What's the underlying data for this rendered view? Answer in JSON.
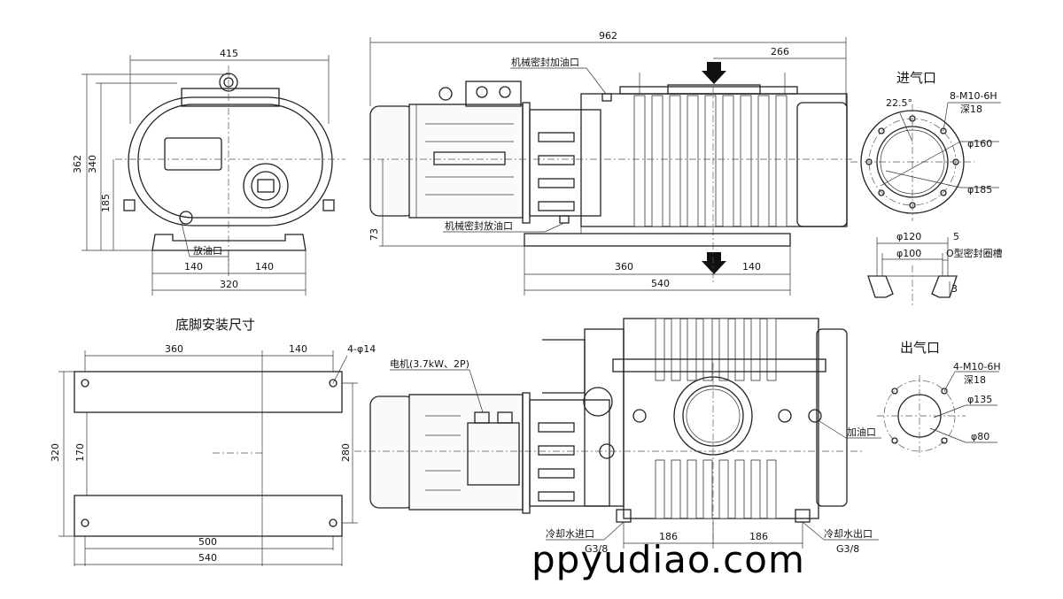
{
  "view_titles": {
    "base_mounting": "底脚安装尺寸",
    "inlet": "进气口",
    "outlet": "出气口"
  },
  "callouts": {
    "drain_port": "放油口",
    "seal_fill_port": "机械密封加油口",
    "seal_drain_port": "机械密封放油口",
    "motor": "电机(3.7kW、2P)",
    "fill_port": "加油口",
    "coolant_in": "冷却水进口",
    "coolant_out": "冷却水出口",
    "thread_in": "G3/8",
    "thread_out": "G3/8",
    "oring_groove": "O型密封圈槽"
  },
  "dims_front": {
    "w415": "415",
    "h362": "362",
    "h340": "340",
    "h185": "185",
    "b140a": "140",
    "b140b": "140",
    "b320": "320"
  },
  "dims_side": {
    "l962": "962",
    "l266": "266",
    "h73": "73",
    "l360": "360",
    "l140": "140",
    "l540": "540"
  },
  "dims_base": {
    "l360": "360",
    "l140": "140",
    "hole": "4-φ14",
    "w320": "320",
    "w170": "170",
    "w280": "280",
    "l500": "500",
    "l540": "540"
  },
  "dims_top": {
    "c186a": "186",
    "c186b": "186"
  },
  "inlet": {
    "angle": "22.5°",
    "bolts": "8-M10-6H",
    "depth": "深18",
    "d160": "φ160",
    "d185": "φ185",
    "d120": "φ120",
    "g5": "5",
    "d100": "φ100",
    "g3": "3"
  },
  "outlet": {
    "bolts": "4-M10-6H",
    "depth": "深18",
    "d135": "φ135",
    "d80": "φ80"
  },
  "watermark": "ppyudiao.com"
}
